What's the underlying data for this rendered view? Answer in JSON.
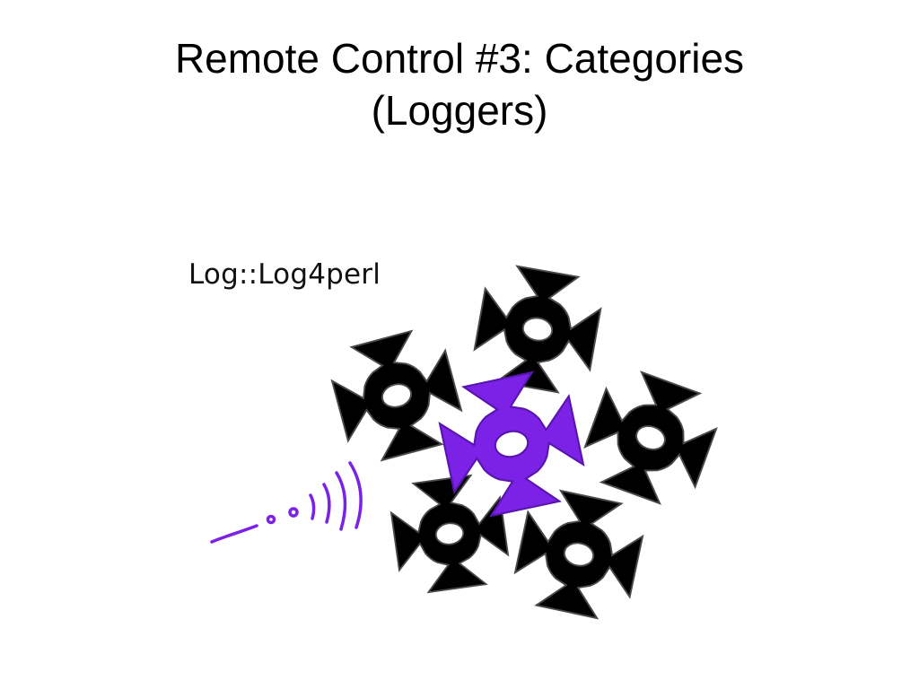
{
  "slide": {
    "title_line1": "Remote Control #3: Categories",
    "title_line2": "(Loggers)",
    "caption": "Log::Log4perl"
  },
  "colors": {
    "background": "#ffffff",
    "gear_default": "#000000",
    "gear_highlight": "#7b22e6",
    "signal": "#7b22e6"
  },
  "icons": {
    "gears": "gear-icon",
    "active_gear": "gear-highlight-icon",
    "remote_signal": "signal-waves-icon"
  }
}
